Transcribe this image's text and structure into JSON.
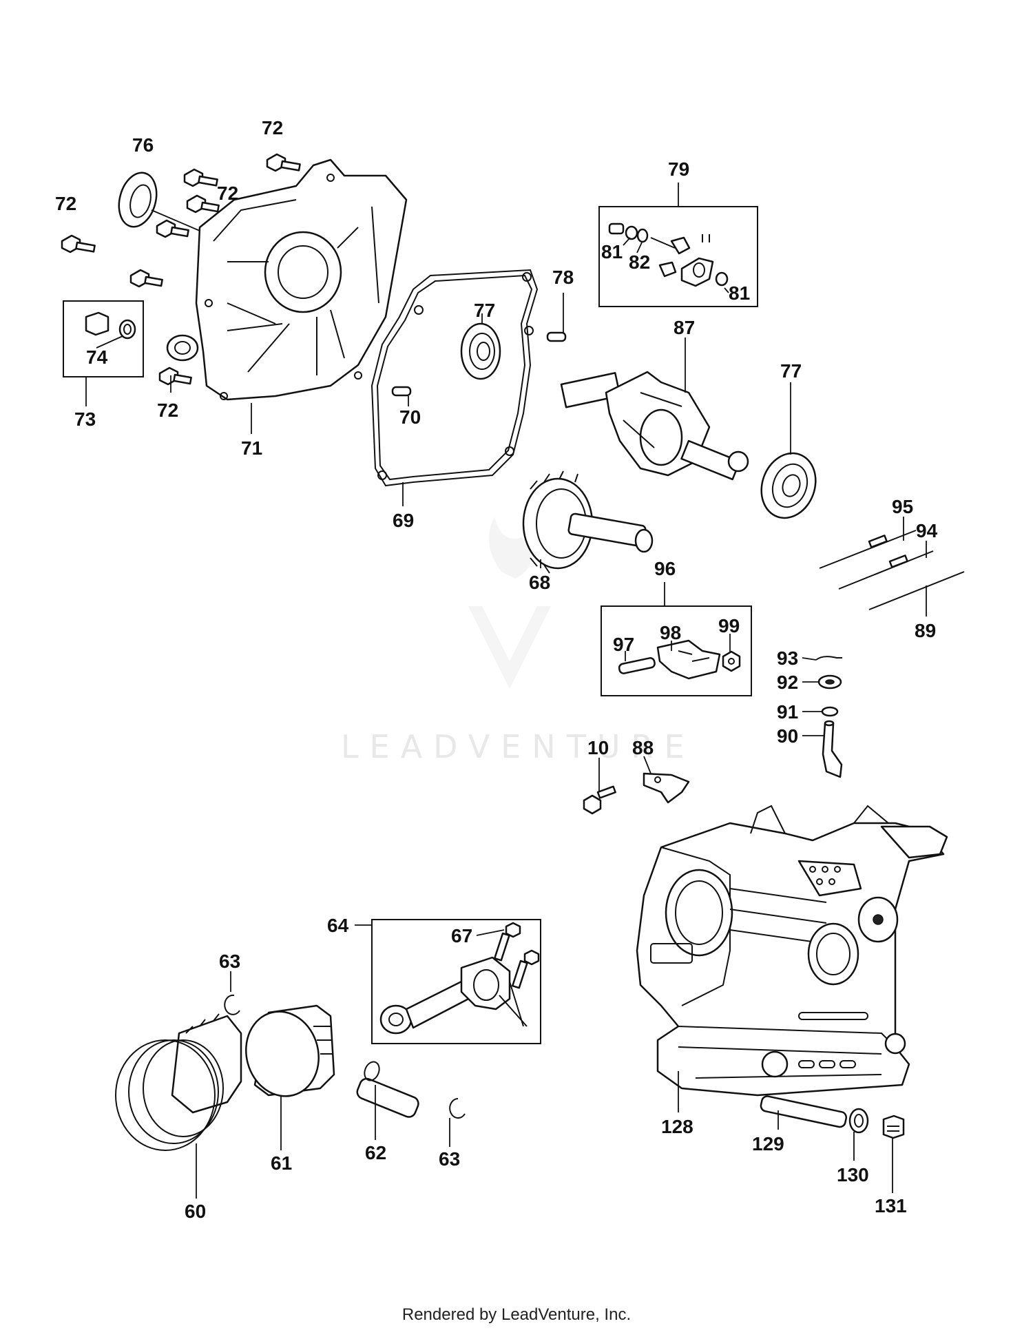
{
  "watermark": {
    "text": "LEADVENTURE"
  },
  "footer": {
    "text": "Rendered by LeadVenture, Inc."
  },
  "labels": {
    "l76": "76",
    "l72a": "72",
    "l72b": "72",
    "l72c": "72",
    "l72d": "72",
    "l74": "74",
    "l73": "73",
    "l71": "71",
    "l79": "79",
    "l81a": "81",
    "l82": "82",
    "l81b": "81",
    "l78": "78",
    "l77a": "77",
    "l70": "70",
    "l69": "69",
    "l87": "87",
    "l77b": "77",
    "l68": "68",
    "l95": "95",
    "l94": "94",
    "l89": "89",
    "l96": "96",
    "l97": "97",
    "l98": "98",
    "l99": "99",
    "l93": "93",
    "l92": "92",
    "l91": "91",
    "l90": "90",
    "l10": "10",
    "l88": "88",
    "l64": "64",
    "l67": "67",
    "l63a": "63",
    "l63b": "63",
    "l61": "61",
    "l62": "62",
    "l60": "60",
    "l128": "128",
    "l129": "129",
    "l130": "130",
    "l131": "131"
  }
}
